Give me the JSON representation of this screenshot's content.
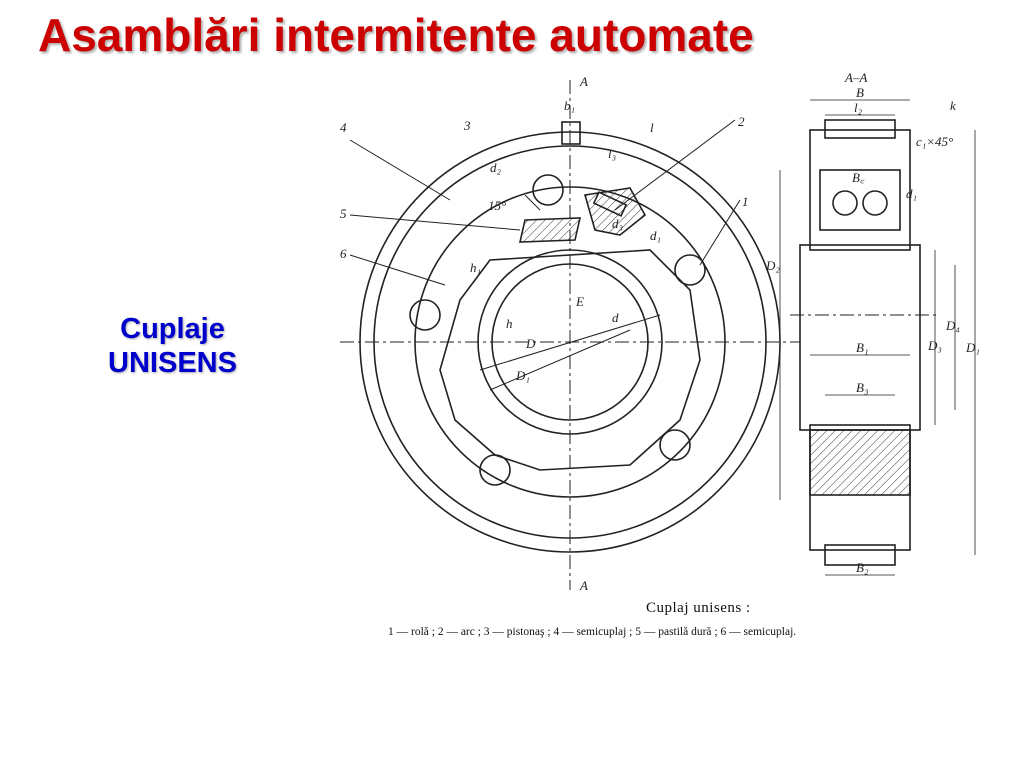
{
  "slide": {
    "title": "Asamblări intermitente automate",
    "subtitle_line1": "Cuplaje",
    "subtitle_line2": "UNISENS",
    "colors": {
      "title": "#cc0000",
      "subtitle": "#0000cc"
    }
  },
  "figure": {
    "caption_title": "Cuplaj unisens :",
    "caption_legend": "1 — rolă ; 2 — arc ; 3 — pistonaş ; 4 — semicuplaj ; 5 — pastilă dură ; 6 — semicuplaj.",
    "section_label": "A–A",
    "labels": {
      "A_top": "A",
      "A_bottom": "A",
      "b1": "b₁",
      "l": "l",
      "l3": "l₃",
      "d2": "d₂",
      "d3": "d₃",
      "d1_left": "d₁",
      "angle": "15°",
      "h1": "h₁",
      "h": "h",
      "E": "E",
      "d": "d",
      "D": "D",
      "D1": "D₁",
      "B": "B",
      "l2": "l₂",
      "k": "k",
      "c1": "c₁×45°",
      "Bc": "B꜀",
      "d1": "d₁",
      "B1": "B₁",
      "B3": "B₃",
      "B2": "B₂",
      "D2": "D₂",
      "D3": "D₃",
      "D4": "D₄",
      "D1_right": "D₁",
      "n1": "1",
      "n2": "2",
      "n3": "3",
      "n4": "4",
      "n5": "5",
      "n6": "6"
    }
  }
}
